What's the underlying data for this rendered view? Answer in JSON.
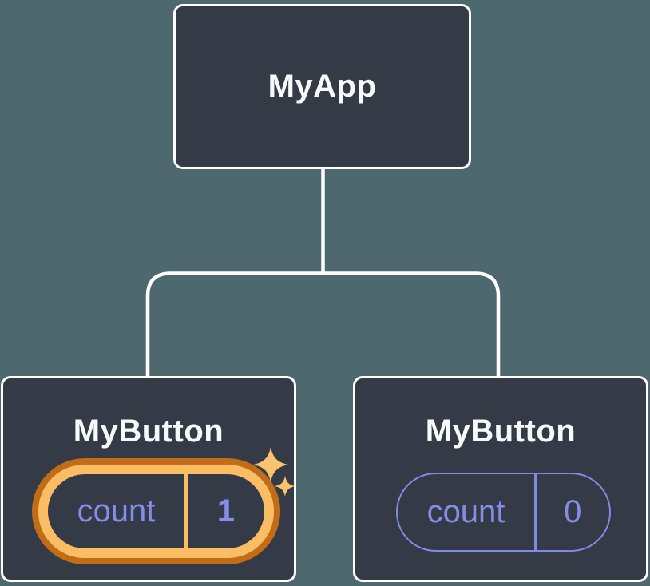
{
  "diagram": {
    "root": {
      "label": "MyApp"
    },
    "children": [
      {
        "label": "MyButton",
        "state": {
          "name": "count",
          "value": "1"
        },
        "highlighted": true
      },
      {
        "label": "MyButton",
        "state": {
          "name": "count",
          "value": "0"
        },
        "highlighted": false
      }
    ]
  },
  "icons": [
    {
      "name": "sparkles-icon",
      "meaning": "state just updated"
    }
  ],
  "colors": {
    "background": "#4D686F",
    "node_fill": "#343A46",
    "node_border": "#FFFFFF",
    "connector_line": "#FFFFFF",
    "title_text": "#F8F9FB",
    "state_text": "#858CE9",
    "state_pill_border": "#828AE8",
    "highlight_ring_outer": "#C16C17",
    "highlight_ring_inner": "#FABD63",
    "sparkle": "#F9C46D"
  }
}
